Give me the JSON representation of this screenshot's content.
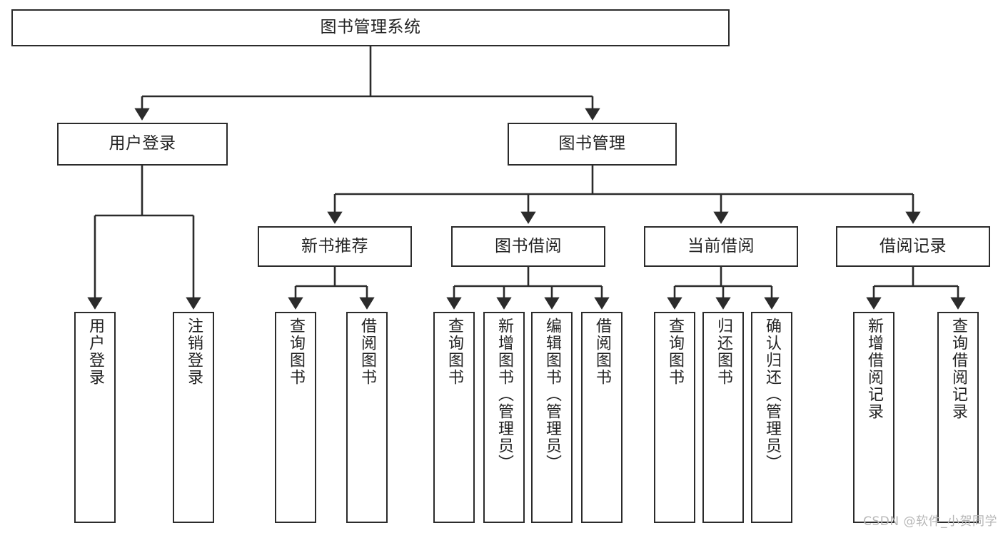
{
  "diagram": {
    "title": "图书管理系统",
    "type": "functional-structure-tree",
    "colors": {
      "box_border": "#2b2b2b",
      "box_fill": "#ffffff",
      "text": "#232323",
      "connector": "#2b2b2b",
      "watermark": "#b7b7b7",
      "background": "#ffffff"
    },
    "root": {
      "id": "root",
      "label": "图书管理系统",
      "orientation": "horizontal"
    },
    "level1": [
      {
        "id": "user-login",
        "label": "用户登录",
        "orientation": "horizontal"
      },
      {
        "id": "book-manage",
        "label": "图书管理",
        "orientation": "horizontal"
      }
    ],
    "level2": [
      {
        "id": "new-book-recommend",
        "label": "新书推荐",
        "orientation": "horizontal",
        "parent": "book-manage"
      },
      {
        "id": "book-borrow",
        "label": "图书借阅",
        "orientation": "horizontal",
        "parent": "book-manage"
      },
      {
        "id": "current-borrow",
        "label": "当前借阅",
        "orientation": "horizontal",
        "parent": "book-manage"
      },
      {
        "id": "borrow-record",
        "label": "借阅记录",
        "orientation": "horizontal",
        "parent": "book-manage"
      }
    ],
    "leaves": [
      {
        "id": "leaf-user-login",
        "label": "用户登录",
        "orientation": "vertical",
        "parent": "user-login"
      },
      {
        "id": "leaf-logout",
        "label": "注销登录",
        "orientation": "vertical",
        "parent": "user-login"
      },
      {
        "id": "leaf-query-book-1",
        "label": "查询图书",
        "orientation": "vertical",
        "parent": "new-book-recommend"
      },
      {
        "id": "leaf-borrow-book-1",
        "label": "借阅图书",
        "orientation": "vertical",
        "parent": "new-book-recommend"
      },
      {
        "id": "leaf-query-book-2",
        "label": "查询图书",
        "orientation": "vertical",
        "parent": "book-borrow"
      },
      {
        "id": "leaf-add-book",
        "label": "新增图书（管理员）",
        "orientation": "vertical",
        "parent": "book-borrow"
      },
      {
        "id": "leaf-edit-book",
        "label": "编辑图书（管理员）",
        "orientation": "vertical",
        "parent": "book-borrow"
      },
      {
        "id": "leaf-borrow-book-2",
        "label": "借阅图书",
        "orientation": "vertical",
        "parent": "book-borrow"
      },
      {
        "id": "leaf-query-book-3",
        "label": "查询图书",
        "orientation": "vertical",
        "parent": "current-borrow"
      },
      {
        "id": "leaf-return-book",
        "label": "归还图书",
        "orientation": "vertical",
        "parent": "current-borrow"
      },
      {
        "id": "leaf-confirm-return",
        "label": "确认归还（管理员）",
        "orientation": "vertical",
        "parent": "current-borrow"
      },
      {
        "id": "leaf-add-record",
        "label": "新增借阅记录",
        "orientation": "vertical",
        "parent": "borrow-record"
      },
      {
        "id": "leaf-query-record",
        "label": "查询借阅记录",
        "orientation": "vertical",
        "parent": "borrow-record"
      }
    ],
    "watermark": "CSDN @软件_小贺同学"
  }
}
